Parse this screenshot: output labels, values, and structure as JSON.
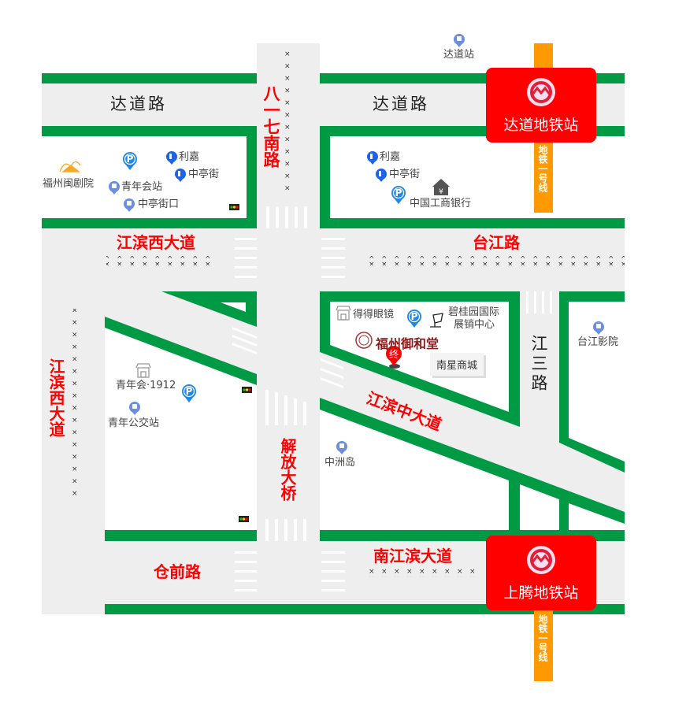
{
  "colors": {
    "road": "#eeeeee",
    "border": "#009944",
    "metro": "#ff0000",
    "line": "#ff9900",
    "parking": "#1e88e5",
    "bus": "#6b8fe0"
  },
  "roads": {
    "dadao_left": "达道路",
    "dadao_right": "达道路",
    "bayiqi": "八一七南路",
    "jiangbin_west_h": "江滨西大道",
    "taijiang": "台江路",
    "jiangbin_west_v": "江滨西大道",
    "jiefang": "解放大桥",
    "jiangbin_mid": "江滨中大道",
    "jiangsan": "江三路",
    "cangqian": "仓前路",
    "nanjiangbin": "南江滨大道"
  },
  "metro": {
    "dadao": "达道地铁站",
    "shangteng": "上腾地铁站",
    "line_label": "地铁一号线",
    "line_icon": "M"
  },
  "pois": {
    "dadao_station": "达道站",
    "theatre": "福州闽剧院",
    "lijia_left": "利嘉",
    "zhongting_left": "中亭街",
    "qingnianhui_station": "青年会站",
    "zhongtingjiekou": "中亭街口",
    "lijia_right": "利嘉",
    "zhongting_right": "中亭街",
    "icbc": "中国工商银行",
    "bank_glyph": "¥",
    "dede": "得得眼镜",
    "biguiyuan_1": "碧桂园国际",
    "biguiyuan_2": "展销中心",
    "yuhetang": "福州御和堂",
    "end_marker": "终",
    "nanxing": "南星商城",
    "taijiang_cinema": "台江影院",
    "qingnianhui1912": "青年会·1912",
    "qingnian_bus": "青年公交站",
    "zhongzhou": "中洲岛",
    "parking_glyph": "P"
  }
}
